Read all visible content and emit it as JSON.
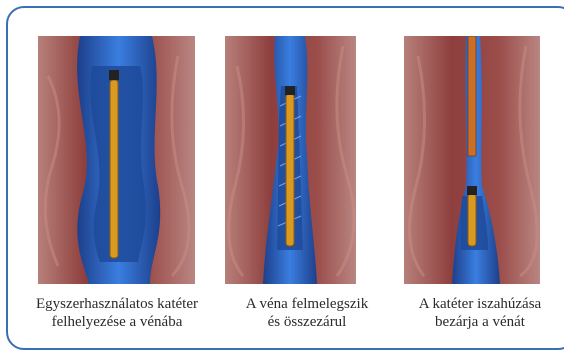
{
  "captions": [
    {
      "line1": "Egyszerhasználatos katéter",
      "line2": "felhelyezése a vénába"
    },
    {
      "line1": "A véna felmelegszik",
      "line2": "és összezárul"
    },
    {
      "line1": "A katéter iszahúzása",
      "line2": "bezárja a vénát"
    }
  ],
  "colors": {
    "frame": "#3a6fb8",
    "tissue": "#9b4d4a",
    "vein": "#2f6fd0",
    "catheter": "#d99a1f"
  }
}
